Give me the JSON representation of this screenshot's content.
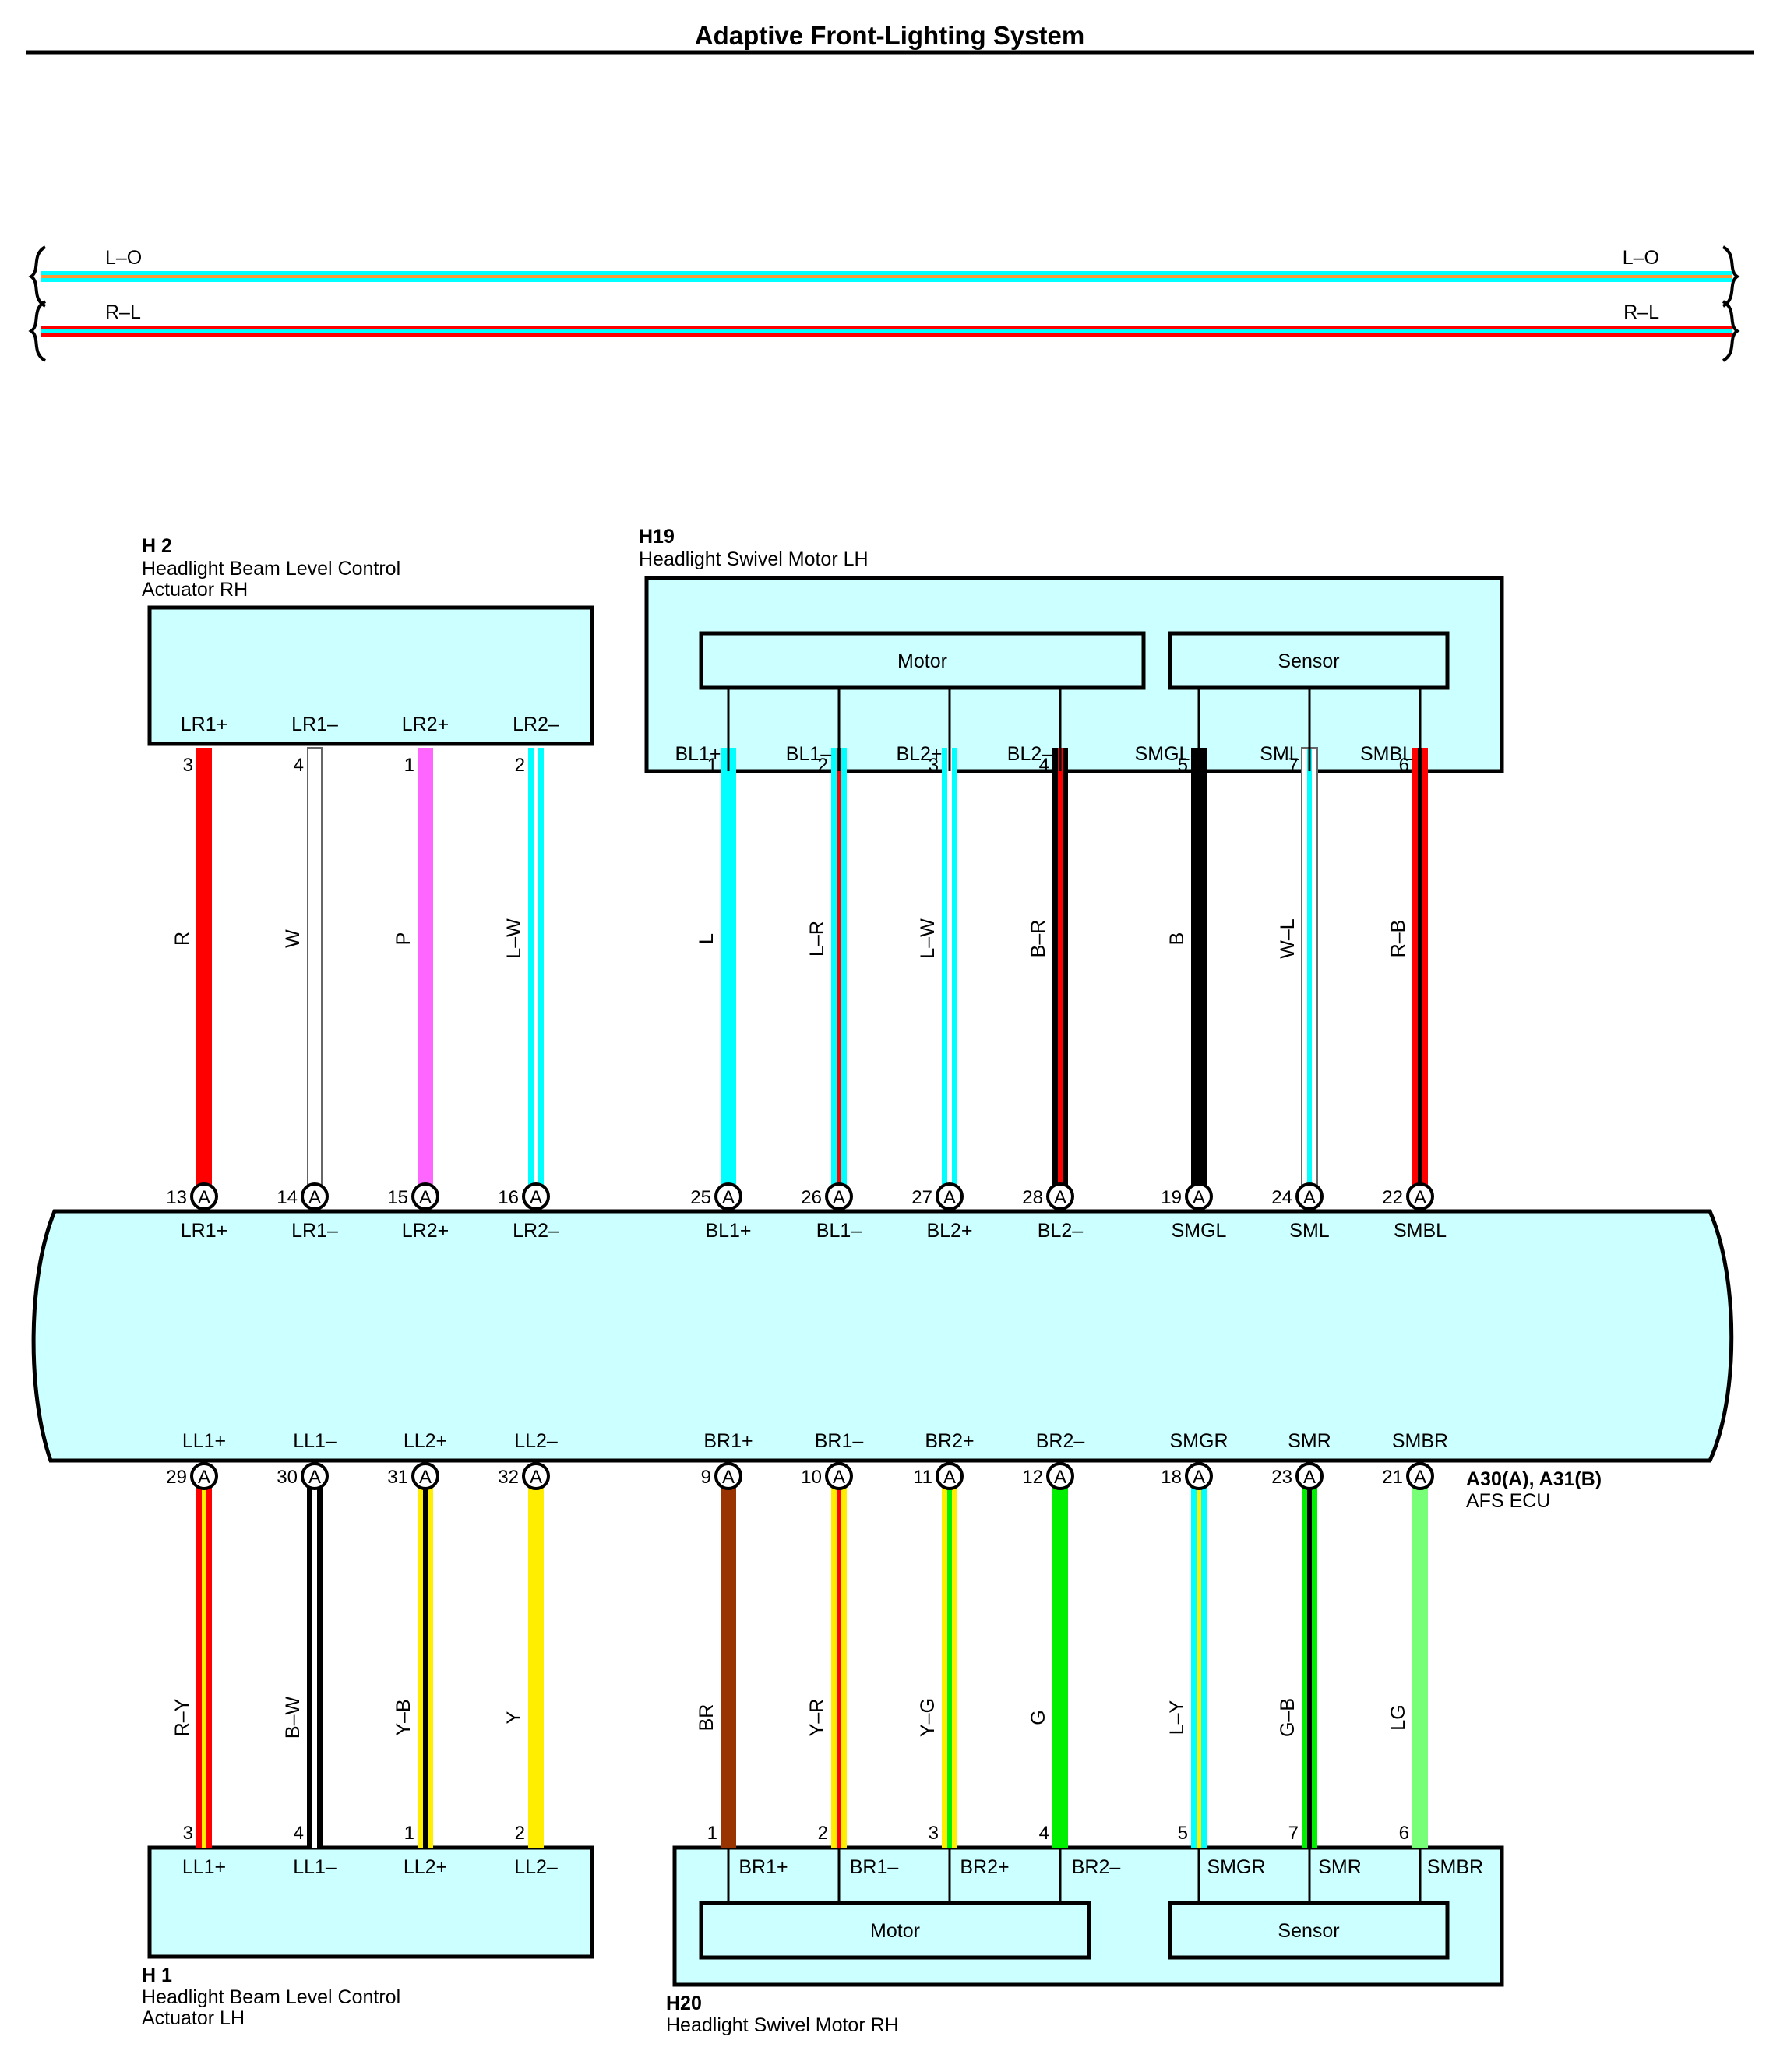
{
  "title": "Adaptive Front-Lighting System",
  "colors": {
    "line": "#000000",
    "box_fill": "#ccffff",
    "L": "#00ffff",
    "O": "#ff9933",
    "R": "#ff0000",
    "W": "#ffffff",
    "P": "#ff66ff",
    "B": "#000000",
    "Y": "#ffee00",
    "G": "#00ee00",
    "BR": "#993300",
    "LG": "#77ff77"
  },
  "bus_wires": [
    {
      "label_left": "L–O",
      "label_right": "L–O",
      "main": "L",
      "stripe": "O"
    },
    {
      "label_left": "R–L",
      "label_right": "R–L",
      "main": "R",
      "stripe": "L"
    }
  ],
  "ecu": {
    "code": "A30(A), A31(B)",
    "name": "AFS ECU"
  },
  "components": {
    "h2": {
      "code": "H 2",
      "name_line1": "Headlight Beam Level Control",
      "name_line2": "Actuator RH"
    },
    "h19": {
      "code": "H19",
      "name_line1": "Headlight Swivel Motor LH",
      "motor": "Motor",
      "sensor": "Sensor"
    },
    "h1": {
      "code": "H 1",
      "name_line1": "Headlight Beam Level Control",
      "name_line2": "Actuator LH"
    },
    "h20": {
      "code": "H20",
      "name_line1": "Headlight Swivel Motor RH",
      "motor": "Motor",
      "sensor": "Sensor"
    }
  },
  "top_wires": [
    {
      "comp_terminal": "LR1+",
      "comp_pin": "3",
      "color_code": "R",
      "ecu_pin": "13",
      "ecu_conn": "A",
      "ecu_terminal": "LR1+"
    },
    {
      "comp_terminal": "LR1–",
      "comp_pin": "4",
      "color_code": "W",
      "ecu_pin": "14",
      "ecu_conn": "A",
      "ecu_terminal": "LR1–"
    },
    {
      "comp_terminal": "LR2+",
      "comp_pin": "1",
      "color_code": "P",
      "ecu_pin": "15",
      "ecu_conn": "A",
      "ecu_terminal": "LR2+"
    },
    {
      "comp_terminal": "LR2–",
      "comp_pin": "2",
      "color_code": "L–W",
      "ecu_pin": "16",
      "ecu_conn": "A",
      "ecu_terminal": "LR2–"
    },
    {
      "comp_terminal": "BL1+",
      "comp_pin": "1",
      "color_code": "L",
      "ecu_pin": "25",
      "ecu_conn": "A",
      "ecu_terminal": "BL1+"
    },
    {
      "comp_terminal": "BL1–",
      "comp_pin": "2",
      "color_code": "L–R",
      "ecu_pin": "26",
      "ecu_conn": "A",
      "ecu_terminal": "BL1–"
    },
    {
      "comp_terminal": "BL2+",
      "comp_pin": "3",
      "color_code": "L–W",
      "ecu_pin": "27",
      "ecu_conn": "A",
      "ecu_terminal": "BL2+"
    },
    {
      "comp_terminal": "BL2–",
      "comp_pin": "4",
      "color_code": "B–R",
      "ecu_pin": "28",
      "ecu_conn": "A",
      "ecu_terminal": "BL2–"
    },
    {
      "comp_terminal": "SMGL",
      "comp_pin": "5",
      "color_code": "B",
      "ecu_pin": "19",
      "ecu_conn": "A",
      "ecu_terminal": "SMGL"
    },
    {
      "comp_terminal": "SML",
      "comp_pin": "7",
      "color_code": "W–L",
      "ecu_pin": "24",
      "ecu_conn": "A",
      "ecu_terminal": "SML"
    },
    {
      "comp_terminal": "SMBL",
      "comp_pin": "6",
      "color_code": "R–B",
      "ecu_pin": "22",
      "ecu_conn": "A",
      "ecu_terminal": "SMBL"
    }
  ],
  "bottom_wires": [
    {
      "ecu_terminal": "LL1+",
      "ecu_pin": "29",
      "ecu_conn": "A",
      "color_code": "R–Y",
      "comp_pin": "3",
      "comp_terminal": "LL1+"
    },
    {
      "ecu_terminal": "LL1–",
      "ecu_pin": "30",
      "ecu_conn": "A",
      "color_code": "B–W",
      "comp_pin": "4",
      "comp_terminal": "LL1–"
    },
    {
      "ecu_terminal": "LL2+",
      "ecu_pin": "31",
      "ecu_conn": "A",
      "color_code": "Y–B",
      "comp_pin": "1",
      "comp_terminal": "LL2+"
    },
    {
      "ecu_terminal": "LL2–",
      "ecu_pin": "32",
      "ecu_conn": "A",
      "color_code": "Y",
      "comp_pin": "2",
      "comp_terminal": "LL2–"
    },
    {
      "ecu_terminal": "BR1+",
      "ecu_pin": "9",
      "ecu_conn": "A",
      "color_code": "BR",
      "comp_pin": "1",
      "comp_terminal": "BR1+"
    },
    {
      "ecu_terminal": "BR1–",
      "ecu_pin": "10",
      "ecu_conn": "A",
      "color_code": "Y–R",
      "comp_pin": "2",
      "comp_terminal": "BR1–"
    },
    {
      "ecu_terminal": "BR2+",
      "ecu_pin": "11",
      "ecu_conn": "A",
      "color_code": "Y–G",
      "comp_pin": "3",
      "comp_terminal": "BR2+"
    },
    {
      "ecu_terminal": "BR2–",
      "ecu_pin": "12",
      "ecu_conn": "A",
      "color_code": "G",
      "comp_pin": "4",
      "comp_terminal": "BR2–"
    },
    {
      "ecu_terminal": "SMGR",
      "ecu_pin": "18",
      "ecu_conn": "A",
      "color_code": "L–Y",
      "comp_pin": "5",
      "comp_terminal": "SMGR"
    },
    {
      "ecu_terminal": "SMR",
      "ecu_pin": "23",
      "ecu_conn": "A",
      "color_code": "G–B",
      "comp_pin": "7",
      "comp_terminal": "SMR"
    },
    {
      "ecu_terminal": "SMBR",
      "ecu_pin": "21",
      "ecu_conn": "A",
      "color_code": "LG",
      "comp_pin": "6",
      "comp_terminal": "SMBR"
    }
  ]
}
